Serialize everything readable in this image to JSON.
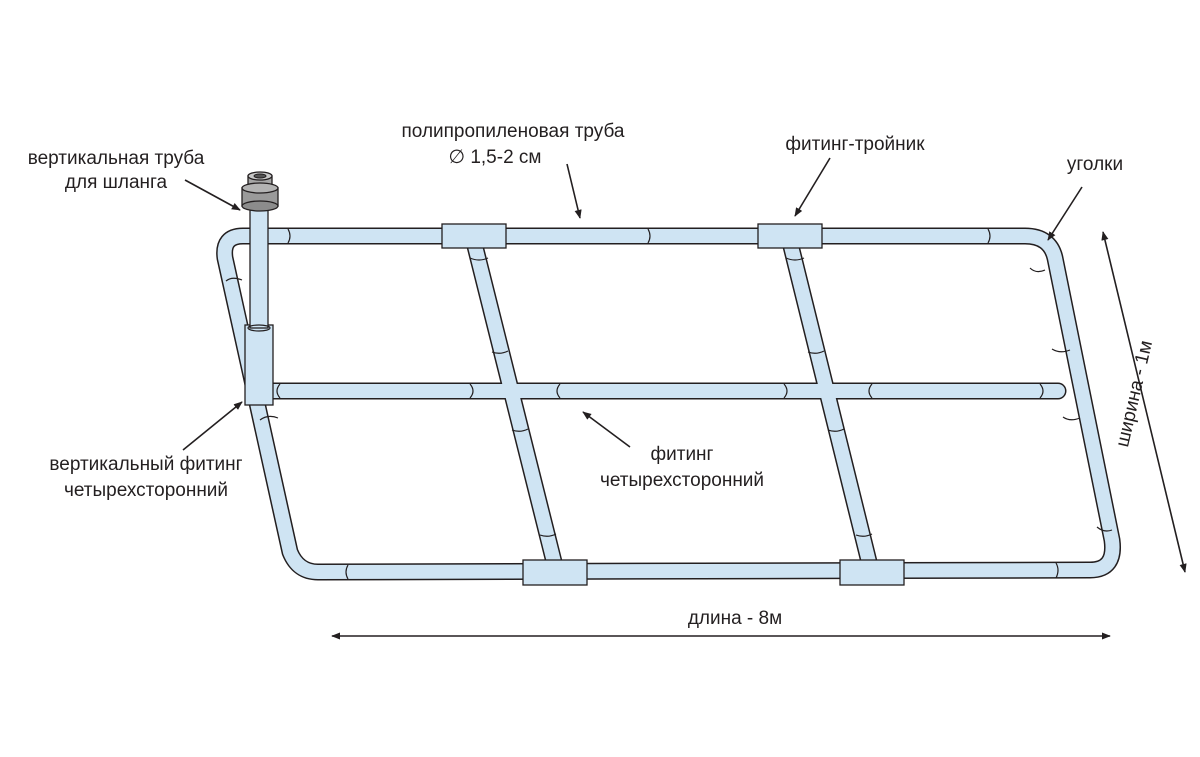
{
  "labels": {
    "vertical_pipe": [
      "вертикальная труба",
      "для шланга"
    ],
    "pp_pipe": [
      "полипропиленовая труба",
      "∅ 1,5-2 см"
    ],
    "tee_fitting": "фитинг-тройник",
    "corners": "уголки",
    "vertical_cross": [
      "вертикальный фитинг",
      "четырехсторонний"
    ],
    "cross_fitting": [
      "фитинг",
      "четырехсторонний"
    ],
    "width": "ширина - 1м",
    "length": "длина - 8м"
  },
  "colors": {
    "pipe": "#cfe4f3",
    "outline": "#231f20",
    "valve": "#8c8c8c"
  }
}
